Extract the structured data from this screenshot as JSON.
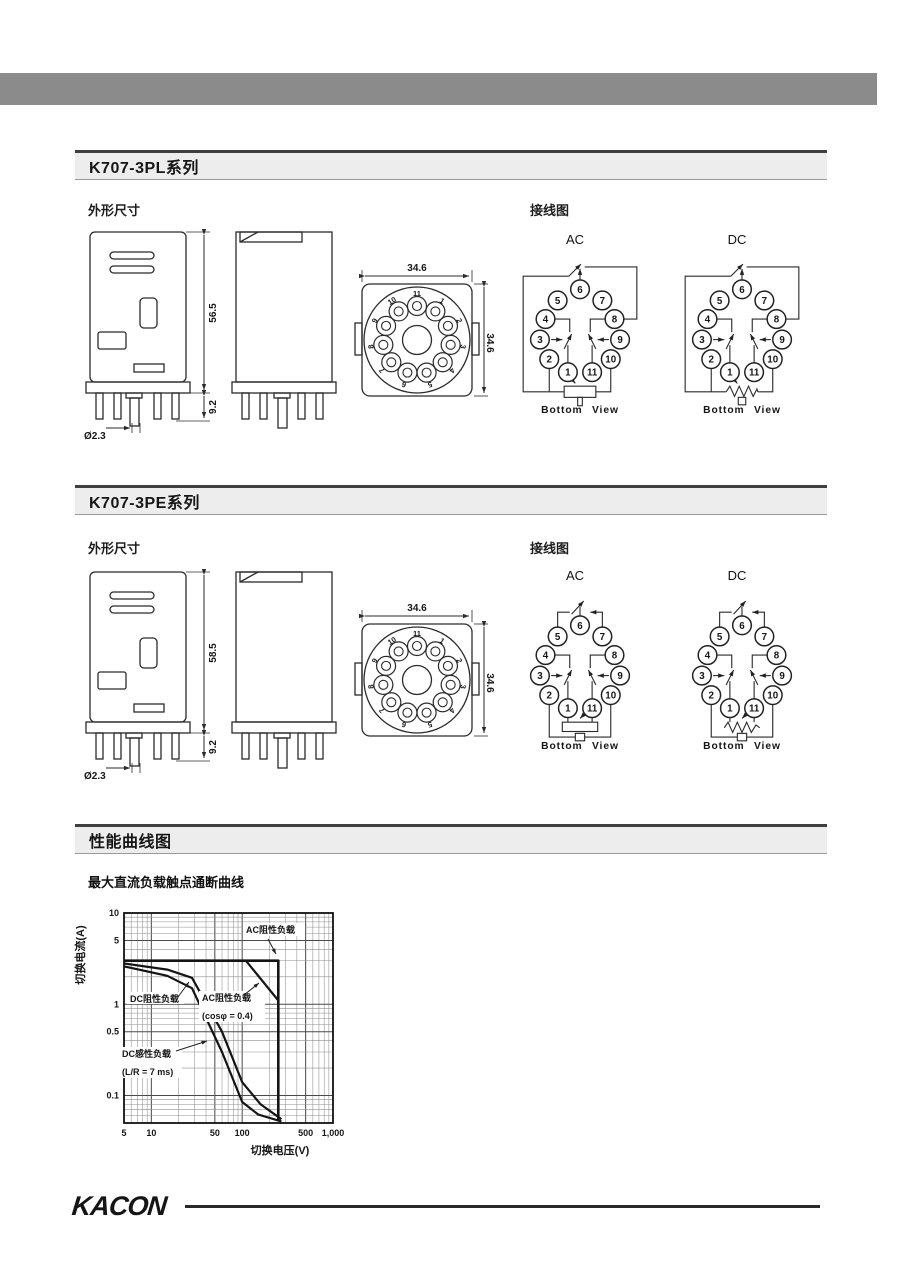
{
  "page": {
    "logo_text": "KACON",
    "top_bar_color": "#8b8b8b"
  },
  "sections": {
    "pl": {
      "title": "K707-3PL系列",
      "dims_label": "外形尺寸",
      "wiring_label": "接线图",
      "ac_label": "AC",
      "dc_label": "DC",
      "bottom_view": "Bottom View",
      "dim_height": "56.5",
      "dim_pin_len": "9.2",
      "dim_pin_dia": "Ø2.3",
      "dim_width": "34.6",
      "dim_depth": "34.6"
    },
    "pe": {
      "title": "K707-3PE系列",
      "dims_label": "外形尺寸",
      "wiring_label": "接线图",
      "ac_label": "AC",
      "dc_label": "DC",
      "bottom_view": "Bottom View",
      "dim_height": "58.5",
      "dim_pin_len": "9.2",
      "dim_pin_dia": "Ø2.3",
      "dim_width": "34.6",
      "dim_depth": "34.6"
    },
    "perf": {
      "title": "性能曲线图",
      "subtitle": "最大直流负载触点通断曲线"
    }
  },
  "socket_pins": [
    "1",
    "2",
    "3",
    "4",
    "5",
    "6",
    "7",
    "8",
    "9",
    "10",
    "11"
  ],
  "wiring_pins": [
    "1",
    "2",
    "3",
    "4",
    "5",
    "6",
    "7",
    "8",
    "9",
    "10",
    "11"
  ],
  "chart_data": {
    "type": "line",
    "title": "最大直流负载触点通断曲线",
    "xlabel": "切换电压(V)",
    "ylabel": "切换电流(A)",
    "log_x": true,
    "log_y": true,
    "xlim": [
      5,
      1000
    ],
    "ylim": [
      0.05,
      10
    ],
    "grid": true,
    "x_ticks": [
      {
        "v": 5,
        "label": "5"
      },
      {
        "v": 10,
        "label": "10"
      },
      {
        "v": 50,
        "label": "50"
      },
      {
        "v": 100,
        "label": "100"
      },
      {
        "v": 500,
        "label": "500"
      },
      {
        "v": 1000,
        "label": "1,000"
      }
    ],
    "y_ticks": [
      {
        "v": 10,
        "label": "10"
      },
      {
        "v": 5,
        "label": "5"
      },
      {
        "v": 1,
        "label": "1"
      },
      {
        "v": 0.5,
        "label": "0.5"
      },
      {
        "v": 0.1,
        "label": "0.1"
      }
    ],
    "series": [
      {
        "name": "AC阻性负载",
        "points": [
          [
            5,
            3
          ],
          [
            250,
            3
          ],
          [
            250,
            0.052
          ]
        ]
      },
      {
        "name": "AC阻性负载 (cosφ = 0.4)",
        "points": [
          [
            110,
            3
          ],
          [
            250,
            1.1
          ]
        ]
      },
      {
        "name": "DC阻性负载",
        "points": [
          [
            5,
            2.8
          ],
          [
            15,
            2.4
          ],
          [
            28,
            1.95
          ],
          [
            60,
            0.5
          ],
          [
            100,
            0.14
          ],
          [
            160,
            0.08
          ],
          [
            270,
            0.055
          ]
        ]
      },
      {
        "name": "DC感性负载 (L/R = 7 ms)",
        "points": [
          [
            5,
            2.6
          ],
          [
            15,
            2.05
          ],
          [
            28,
            1.5
          ],
          [
            60,
            0.3
          ],
          [
            100,
            0.085
          ],
          [
            150,
            0.062
          ],
          [
            270,
            0.052
          ]
        ]
      }
    ],
    "annotations": [
      {
        "lines": [
          "AC阻性负载"
        ]
      },
      {
        "lines": [
          "DC阻性负载"
        ]
      },
      {
        "lines": [
          "AC阻性负载",
          "(cosφ = 0.4)"
        ]
      },
      {
        "lines": [
          "DC感性负载",
          "(L/R = 7 ms)"
        ]
      }
    ]
  }
}
